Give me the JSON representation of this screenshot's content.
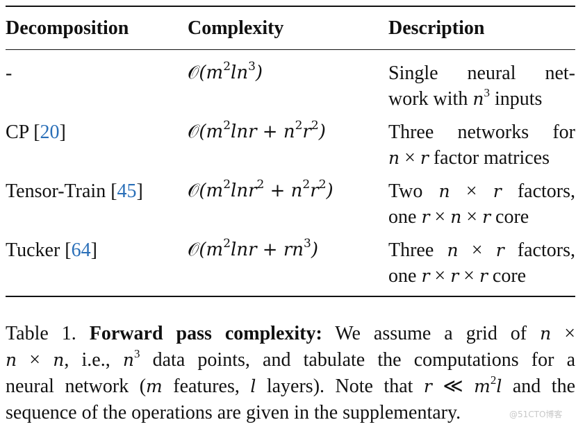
{
  "table": {
    "headers": {
      "decomposition": "Decomposition",
      "complexity": "Complexity",
      "description": "Description"
    },
    "rows": [
      {
        "decomposition": "-",
        "cite": "",
        "complexity": "𝒪(m²ln³)",
        "description_lines": [
          "Single neural net-",
          "work with n³ inputs"
        ]
      },
      {
        "decomposition": "CP [",
        "cite": "20",
        "complexity": "𝒪(m²lnr + n²r²)",
        "description_lines": [
          "Three networks for",
          "n × r factor matrices"
        ]
      },
      {
        "decomposition": "Tensor-Train [",
        "cite": "45",
        "complexity": "𝒪(m²lnr² + n²r²)",
        "description_lines": [
          "Two n × r factors,",
          "one r × n × r core"
        ]
      },
      {
        "decomposition": "Tucker [",
        "cite": "64",
        "complexity": "𝒪(m²lnr + rn³)",
        "description_lines": [
          "Three n × r factors,",
          "one r × r × r core"
        ]
      }
    ]
  },
  "caption": {
    "label": "Table 1.",
    "bold_title": "Forward pass complexity:",
    "text": "We assume a grid of n × n × n, i.e., n³ data points, and tabulate the computations for a neural network (m features, l layers). Note that r ≪ m²l and the sequence of the operations are given in the supplementary."
  },
  "watermark": "@51CTO博客",
  "colors": {
    "citation": "#2a6fb8",
    "text": "#111111",
    "watermark": "#c8c8c8"
  }
}
